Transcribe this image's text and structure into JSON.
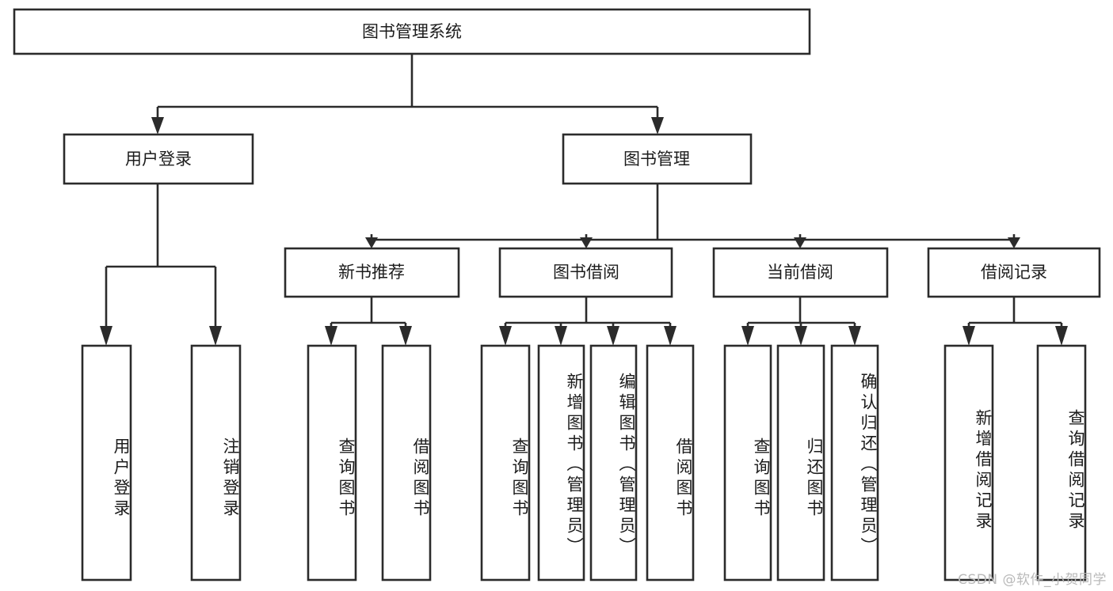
{
  "diagram": {
    "type": "tree-hierarchy-chart",
    "title": "图书管理系统",
    "watermark": "CSDN @软件_小贺同学",
    "colors": {
      "stroke": "#2b2b2b",
      "box_fill": "#ffffff",
      "text": "#1c1c1c",
      "background": "#ffffff",
      "watermark": "#b9b9b9"
    },
    "levels": {
      "root": {
        "label": "图书管理系统"
      },
      "level2": [
        {
          "label": "用户登录"
        },
        {
          "label": "图书管理"
        }
      ],
      "level3": [
        {
          "label": "新书推荐"
        },
        {
          "label": "图书借阅"
        },
        {
          "label": "当前借阅"
        },
        {
          "label": "借阅记录"
        }
      ]
    },
    "leaves": {
      "user_login": [
        {
          "label": "用户登录"
        },
        {
          "label": "注销登录"
        }
      ],
      "new_book_recommend": [
        {
          "label": "查询图书"
        },
        {
          "label": "借阅图书"
        }
      ],
      "book_borrow": [
        {
          "label": "查询图书"
        },
        {
          "label": "新增图书（管理员）"
        },
        {
          "label": "编辑图书（管理员）"
        },
        {
          "label": "借阅图书"
        }
      ],
      "current_borrow": [
        {
          "label": "查询图书"
        },
        {
          "label": "归还图书"
        },
        {
          "label": "确认归还（管理员）"
        }
      ],
      "borrow_records": [
        {
          "label": "新增借阅记录"
        },
        {
          "label": "查询借阅记录"
        }
      ]
    }
  }
}
